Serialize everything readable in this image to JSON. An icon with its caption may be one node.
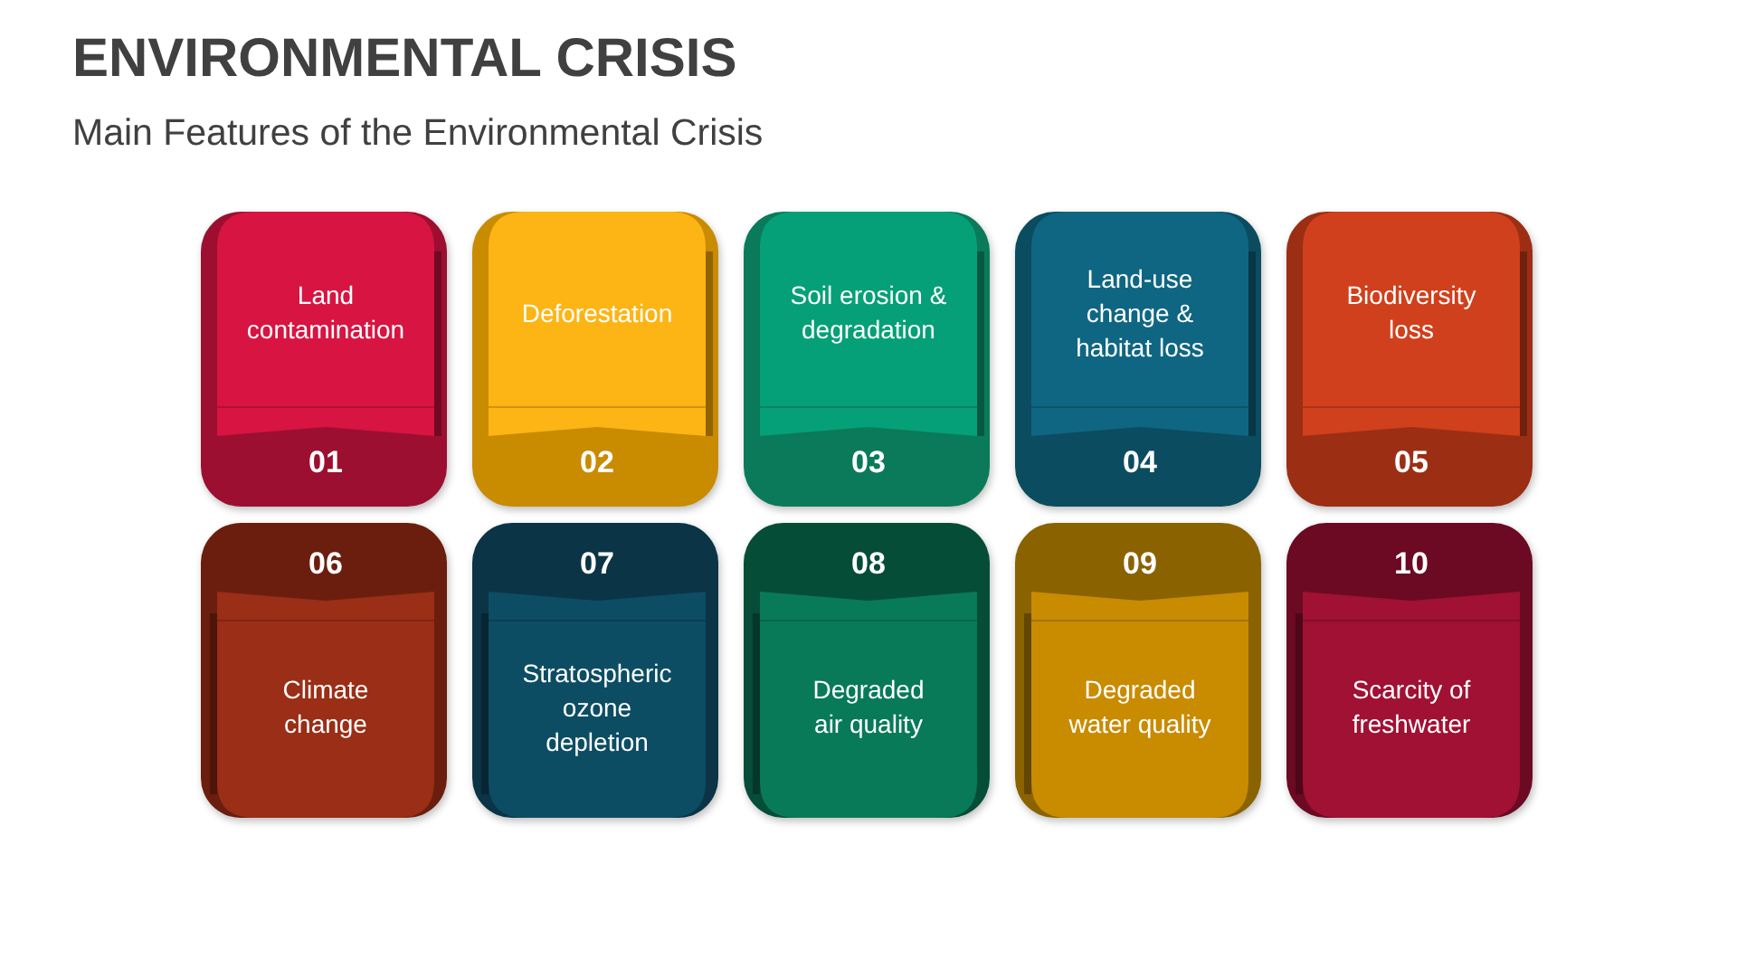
{
  "diagram": {
    "title": "ENVIRONMENTAL CRISIS",
    "nodes": [
      {
        "text": [
          "Land contamination",
          "01"
        ]
      },
      {
        "text": [
          "Deforestation",
          "02"
        ]
      },
      {
        "text": [
          "Soil erosion & degradation",
          "03"
        ]
      },
      {
        "text": [
          "Land-use change & habitat loss",
          "04"
        ]
      },
      {
        "text": [
          "Biodiversity loss",
          "05"
        ]
      },
      {
        "text": [
          "06",
          "Climate change"
        ]
      },
      {
        "text": [
          "07",
          "Stratospheric ozone depletion"
        ]
      },
      {
        "text": [
          "08",
          "Degraded air quality"
        ]
      },
      {
        "text": [
          "09",
          "Degraded water quality"
        ]
      },
      {
        "text": [
          "10",
          "Scarcity of freshwater"
        ]
      }
    ],
    "labels": [
      "Main Features of the Environmental Crisis"
    ]
  }
}
